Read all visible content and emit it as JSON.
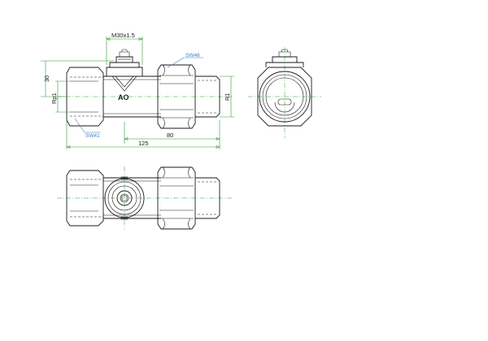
{
  "dimensions": {
    "thread_top": "M30x1.5",
    "height": "30",
    "inlet_thread": "Rp1",
    "outlet_thread": "R1",
    "length_center": "80",
    "length_total": "125"
  },
  "labels": {
    "nut_size": "SW46",
    "body_size": "SW41",
    "logo": "AO"
  }
}
